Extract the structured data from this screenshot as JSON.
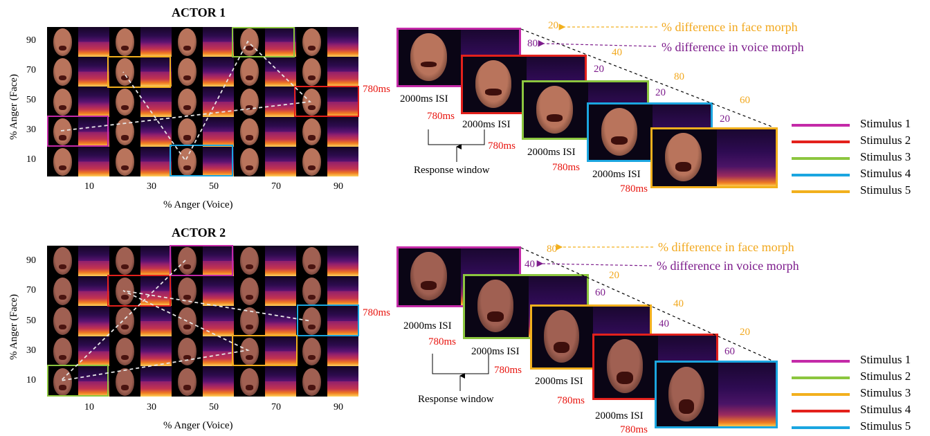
{
  "colors": {
    "magenta": "#c42aa8",
    "red": "#e3211c",
    "green": "#8cc63f",
    "blue": "#1ba6e0",
    "orange": "#f2b01d",
    "purple": "#7d1c8c",
    "face_a1": "#b9745c",
    "face_a2": "#a06052"
  },
  "panels": [
    {
      "title": "ACTOR 1",
      "xlabel": "% Anger (Voice)",
      "ylabel": "% Anger (Face)",
      "xticks": [
        "10",
        "30",
        "50",
        "70",
        "90"
      ],
      "yticks": [
        "90",
        "70",
        "50",
        "30",
        "10"
      ],
      "face_morph_label": "% difference in face morph",
      "voice_morph_label": "% difference in voice morph",
      "face_diffs": [
        "20",
        "40",
        "80",
        "60"
      ],
      "voice_diffs": [
        "80",
        "20",
        "20",
        "20"
      ],
      "timing": {
        "stim_duration": "780ms",
        "isi": "2000ms ISI",
        "response_window": "Response window"
      },
      "legend": [
        {
          "label": "Stimulus 1",
          "color": "#c42aa8"
        },
        {
          "label": "Stimulus 2",
          "color": "#e3211c"
        },
        {
          "label": "Stimulus 3",
          "color": "#8cc63f"
        },
        {
          "label": "Stimulus 4",
          "color": "#1ba6e0"
        },
        {
          "label": "Stimulus 5",
          "color": "#f2b01d"
        }
      ]
    },
    {
      "title": "ACTOR 2",
      "xlabel": "% Anger (Voice)",
      "ylabel": "% Anger (Face)",
      "xticks": [
        "10",
        "30",
        "50",
        "70",
        "90"
      ],
      "yticks": [
        "90",
        "70",
        "50",
        "30",
        "10"
      ],
      "face_morph_label": "% difference in face morph",
      "voice_morph_label": "% difference in voice morph",
      "face_diffs": [
        "80",
        "20",
        "40",
        "20"
      ],
      "voice_diffs": [
        "40",
        "60",
        "40",
        "60"
      ],
      "timing": {
        "stim_duration": "780ms",
        "isi": "2000ms ISI",
        "response_window": "Response window"
      },
      "legend": [
        {
          "label": "Stimulus 1",
          "color": "#c42aa8"
        },
        {
          "label": "Stimulus 2",
          "color": "#8cc63f"
        },
        {
          "label": "Stimulus 3",
          "color": "#f2b01d"
        },
        {
          "label": "Stimulus 4",
          "color": "#e3211c"
        },
        {
          "label": "Stimulus 5",
          "color": "#1ba6e0"
        }
      ]
    }
  ]
}
